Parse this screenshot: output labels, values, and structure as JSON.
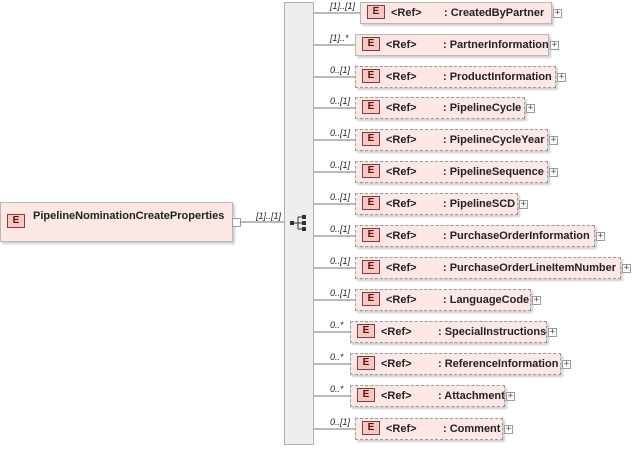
{
  "root": {
    "badge": "E",
    "name": "PipelineNominationCreateProperties",
    "multiplicity": "[1]..[1]"
  },
  "children": [
    {
      "badge": "E",
      "ref": "<Ref>",
      "name": ": CreatedByPartner",
      "multiplicity": "[1]..[1]"
    },
    {
      "badge": "E",
      "ref": "<Ref>",
      "name": ": PartnerInformation",
      "multiplicity": "[1]..*"
    },
    {
      "badge": "E",
      "ref": "<Ref>",
      "name": ": ProductInformation",
      "multiplicity": "0..[1]"
    },
    {
      "badge": "E",
      "ref": "<Ref>",
      "name": ": PipelineCycle",
      "multiplicity": "0..[1]"
    },
    {
      "badge": "E",
      "ref": "<Ref>",
      "name": ": PipelineCycleYear",
      "multiplicity": "0..[1]"
    },
    {
      "badge": "E",
      "ref": "<Ref>",
      "name": ": PipelineSequence",
      "multiplicity": "0..[1]"
    },
    {
      "badge": "E",
      "ref": "<Ref>",
      "name": ": PipelineSCD",
      "multiplicity": "0..[1]"
    },
    {
      "badge": "E",
      "ref": "<Ref>",
      "name": ": PurchaseOrderInformation",
      "multiplicity": "0..[1]"
    },
    {
      "badge": "E",
      "ref": "<Ref>",
      "name": ": PurchaseOrderLineItemNumber",
      "multiplicity": "0..[1]"
    },
    {
      "badge": "E",
      "ref": "<Ref>",
      "name": ": LanguageCode",
      "multiplicity": "0..[1]"
    },
    {
      "badge": "E",
      "ref": "<Ref>",
      "name": ": SpecialInstructions",
      "multiplicity": "0..*"
    },
    {
      "badge": "E",
      "ref": "<Ref>",
      "name": ": ReferenceInformation",
      "multiplicity": "0..*"
    },
    {
      "badge": "E",
      "ref": "<Ref>",
      "name": ": Attachment",
      "multiplicity": "0..*"
    },
    {
      "badge": "E",
      "ref": "<Ref>",
      "name": ": Comment",
      "multiplicity": "0..[1]"
    }
  ],
  "expand_glyph": "+"
}
